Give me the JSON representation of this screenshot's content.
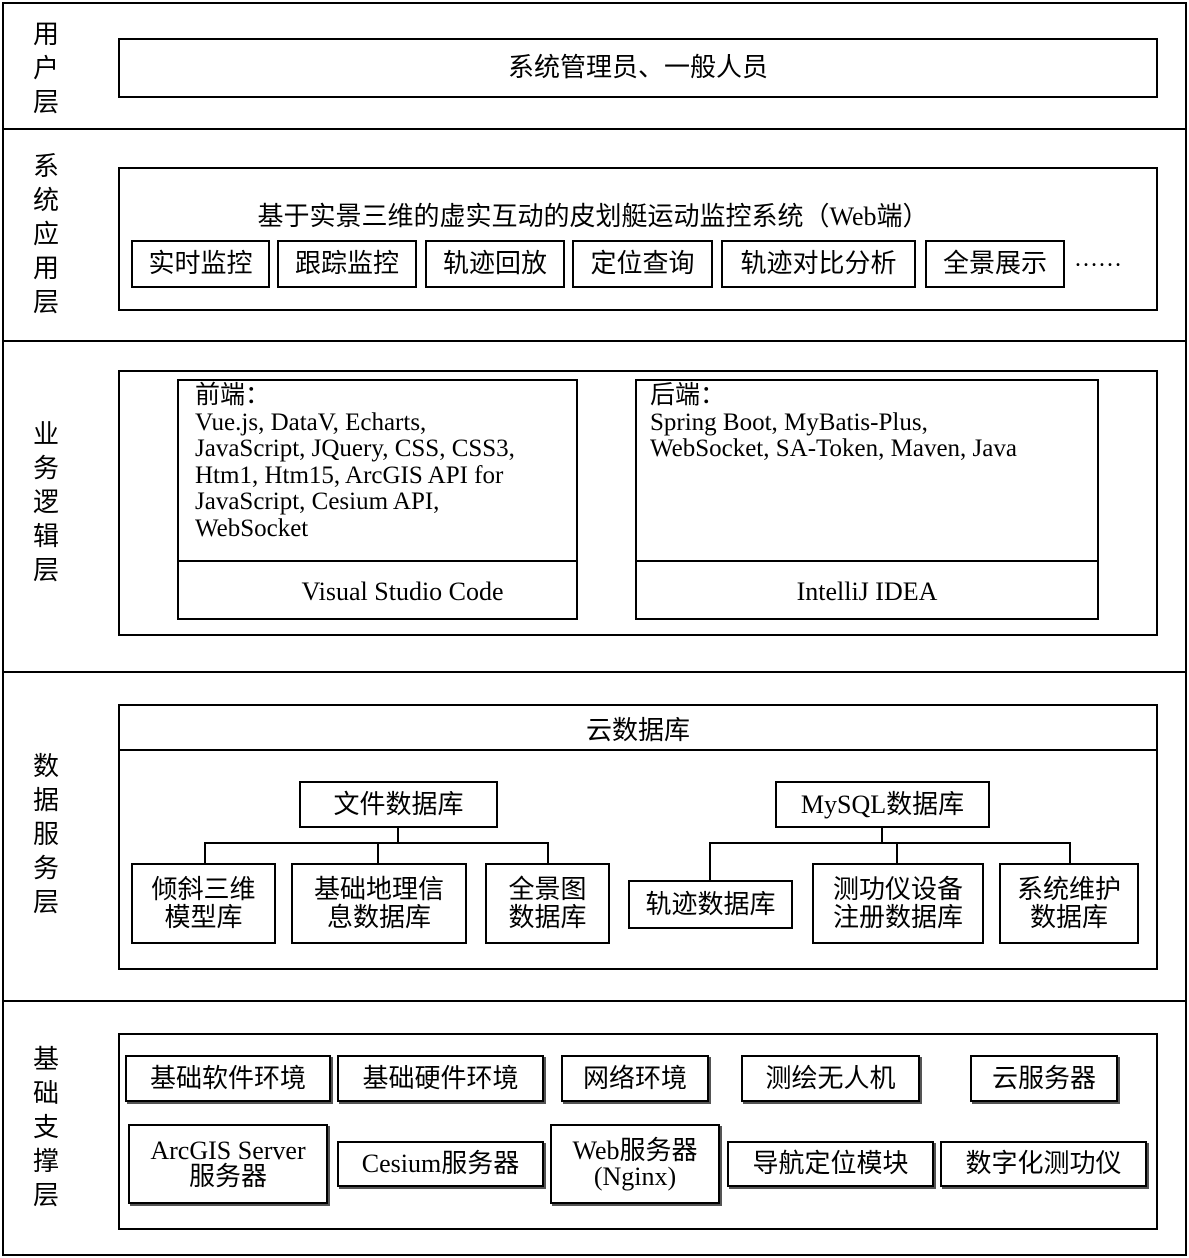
{
  "layers": {
    "user": {
      "label": "用户层",
      "content": "系统管理员、一般人员"
    },
    "application": {
      "label": "系统应用层",
      "title": "基于实景三维的虚实互动的皮划艇运动监控系统（Web端）",
      "modules": [
        "实时监控",
        "跟踪监控",
        "轨迹回放",
        "定位查询",
        "轨迹对比分析",
        "全景展示"
      ],
      "ellipsis": "……"
    },
    "business": {
      "label": "业务逻辑层",
      "frontend": {
        "heading": "前端：",
        "lines": [
          "Vue.js, DataV, Echarts,",
          "JavaScript, JQuery, CSS, CSS3,",
          "Htm1, Htm15, ArcGIS API for",
          "JavaScript, Cesium API,",
          "WebSocket"
        ],
        "ide": "Visual Studio Code"
      },
      "backend": {
        "heading": "后端：",
        "lines": [
          "Spring Boot, MyBatis-Plus,",
          "WebSocket, SA-Token, Maven, Java"
        ],
        "ide": "IntelliJ IDEA"
      }
    },
    "data": {
      "label": "数据服务层",
      "cloud": "云数据库",
      "file_db": {
        "name": "文件数据库",
        "children": [
          [
            "倾斜三维",
            "模型库"
          ],
          [
            "基础地理信",
            "息数据库"
          ],
          [
            "全景图",
            "数据库"
          ]
        ]
      },
      "mysql_db": {
        "name": "MySQL数据库",
        "children": [
          [
            "轨迹数据库"
          ],
          [
            "测功仪设备",
            "注册数据库"
          ],
          [
            "系统维护",
            "数据库"
          ]
        ]
      }
    },
    "infrastructure": {
      "label": "基础支撑层",
      "row1": [
        "基础软件环境",
        "基础硬件环境",
        "网络环境",
        "测绘无人机",
        "云服务器"
      ],
      "row2": [
        [
          "ArcGIS Server",
          "服务器"
        ],
        [
          "Cesium服务器"
        ],
        [
          "Web服务器",
          "(Nginx)"
        ],
        [
          "导航定位模块"
        ],
        [
          "数字化测功仪"
        ]
      ]
    }
  }
}
